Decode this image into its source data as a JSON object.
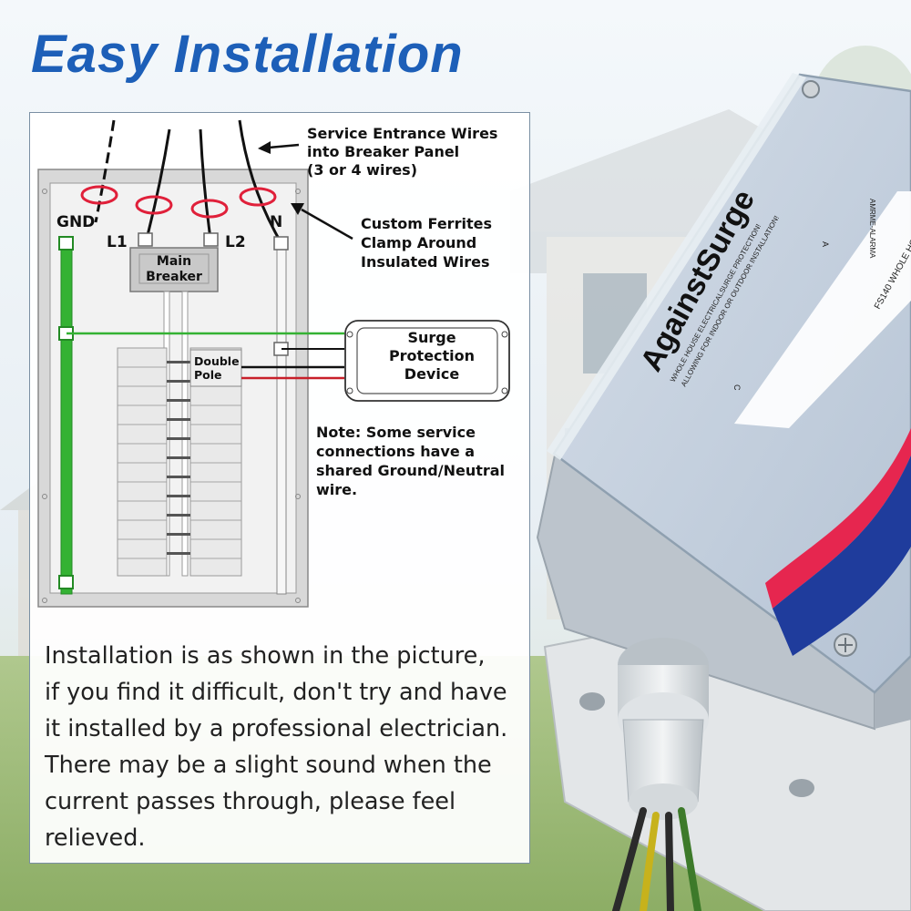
{
  "headline": "Easy Installation",
  "diagram": {
    "terminals": {
      "gnd": "GND",
      "l1": "L1",
      "l2": "L2",
      "n": "N"
    },
    "main_breaker": [
      "Main",
      "Breaker"
    ],
    "double_pole": [
      "Double",
      "Pole"
    ],
    "callout_service": [
      "Service Entrance Wires",
      "into Breaker Panel",
      "(3 or 4 wires)"
    ],
    "callout_ferrites": [
      "Custom Ferrites",
      "Clamp Around",
      "Insulated Wires"
    ],
    "surge_device": [
      "Surge",
      "Protection",
      "Device"
    ],
    "note": [
      "Note: Some service",
      "connections have a",
      "shared Ground/Neutral",
      "wire."
    ]
  },
  "body_lines": [
    "Installation is as shown in the picture,",
    "if you find it difficult, don't try and have",
    "it installed by a professional electrician.",
    "There may be a slight sound when the",
    "current passes through, please feel",
    "relieved."
  ],
  "product": {
    "brand": "AgainstSurge",
    "subtitle_1": "WHOLE HOUSE ELECTRICALSURGE PROTECTION!",
    "subtitle_2": "ALLOWING FOR INDOOR OR OUTDOOR INSTALLATION!",
    "model": "FS140 WHOLE HO",
    "alarm": "AMRME-ALARMA",
    "mark_a": "A",
    "mark_c": "C"
  },
  "colors": {
    "headline": "#1d5fb8",
    "ground_bar": "#34b233",
    "ferrite": "#e0203a",
    "device_body": "#c3d0df",
    "device_stripe_red": "#e6264f",
    "device_stripe_blue": "#1f3c9c"
  }
}
